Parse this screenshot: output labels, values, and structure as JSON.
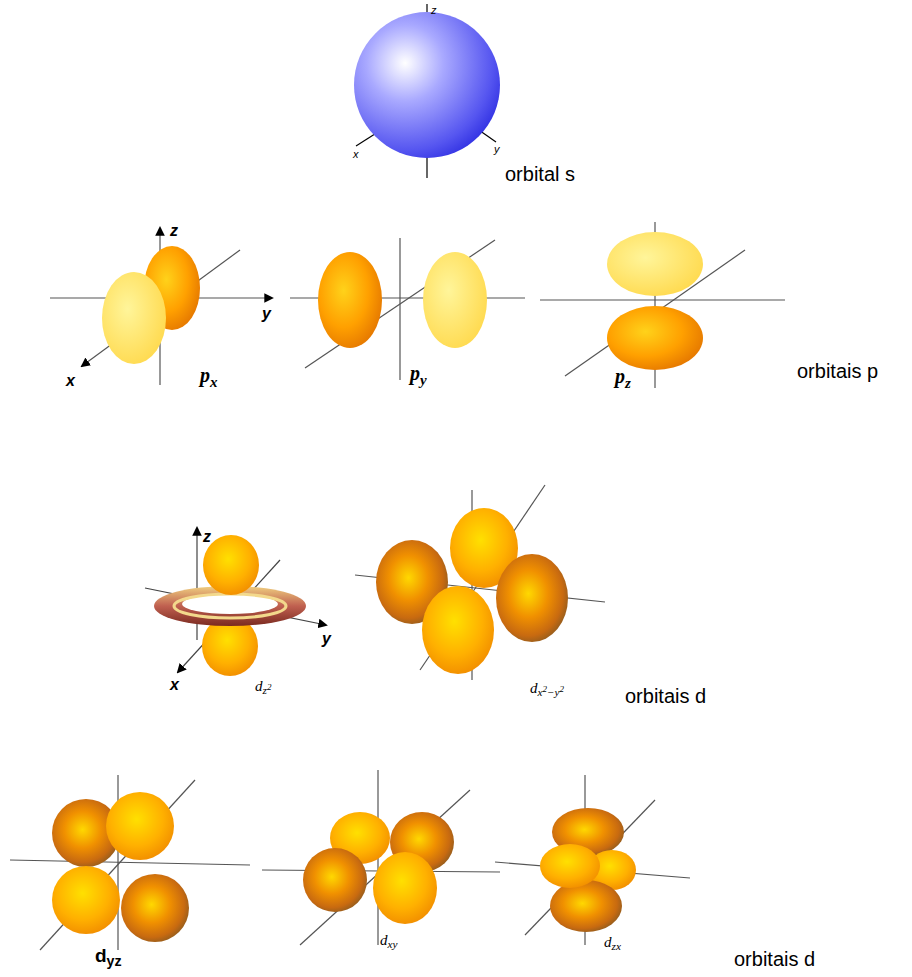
{
  "diagram": {
    "labels": [
      "z",
      "x",
      "y",
      "orbital s",
      "z",
      "y",
      "x",
      "px",
      "py",
      "pz",
      "orbitais p",
      "z",
      "y",
      "x",
      "dz2",
      "dx2−y2",
      "orbitais d",
      "dyz",
      "dxy",
      "dzx",
      "orbitais d"
    ]
  }
}
